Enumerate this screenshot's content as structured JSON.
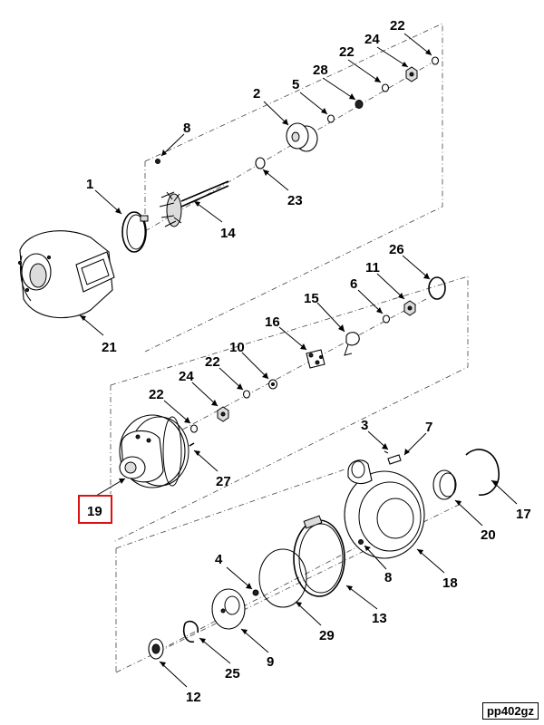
{
  "figure_id": "pp402gz",
  "highlighted_callout": "19",
  "highlight_color": "#dd1111",
  "callouts": {
    "c22a": "22",
    "c24a": "24",
    "c22b": "22",
    "c28": "28",
    "c5": "5",
    "c2": "2",
    "c8a": "8",
    "c1": "1",
    "c14": "14",
    "c23": "23",
    "c21": "21",
    "c26": "26",
    "c11": "11",
    "c6": "6",
    "c15": "15",
    "c16": "16",
    "c10": "10",
    "c22c": "22",
    "c24b": "24",
    "c22d": "22",
    "c27": "27",
    "c19": "19",
    "c3": "3",
    "c7": "7",
    "c17": "17",
    "c20": "20",
    "c18": "18",
    "c4": "4",
    "c8b": "8",
    "c13": "13",
    "c29": "29",
    "c9": "9",
    "c25": "25",
    "c12": "12"
  }
}
